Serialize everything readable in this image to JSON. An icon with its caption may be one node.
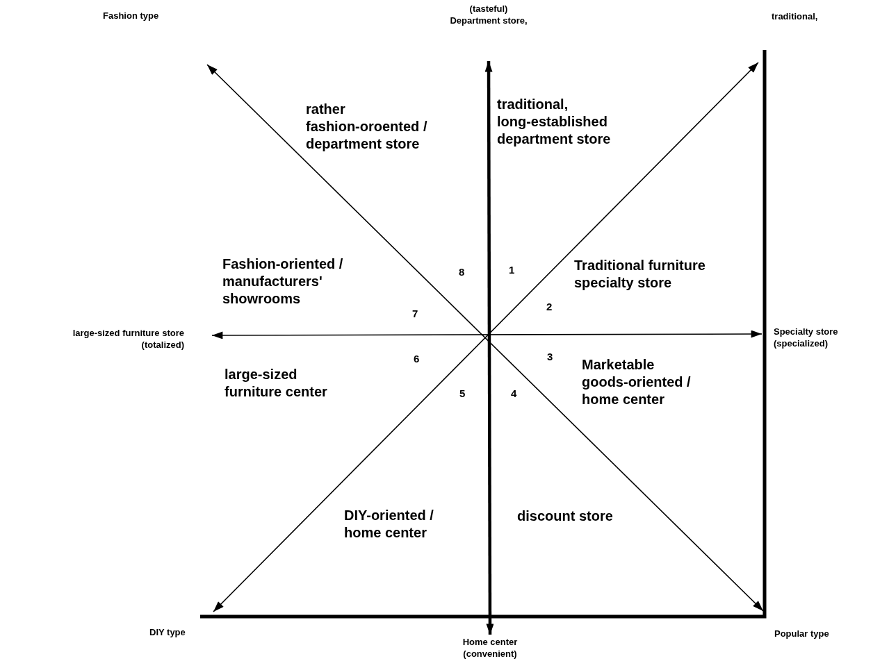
{
  "diagram": {
    "nodes": [
      {
        "text": [
          "Fashion type"
        ]
      },
      {
        "text": [
          "(tasteful)",
          "Department store,"
        ]
      },
      {
        "text": [
          "traditional,"
        ]
      },
      {
        "text": [
          "large-sized furniture store (totalized)"
        ]
      },
      {
        "text": [
          "Specialty store (specialized)"
        ]
      },
      {
        "text": [
          "DIY type"
        ]
      },
      {
        "text": [
          "Home center (convenient)"
        ]
      },
      {
        "text": [
          "Popular type"
        ]
      }
    ],
    "edges": [
      {
        "from": 6,
        "to": 1,
        "arrow": "both",
        "style": "thick"
      },
      {
        "from": 3,
        "to": 4,
        "arrow": "both"
      },
      {
        "from": 0,
        "to": 7,
        "arrow": "both"
      },
      {
        "from": 5,
        "to": 2,
        "arrow": "both"
      }
    ],
    "labels": [
      "rather fashion-oroented / department store",
      "traditional, long-established department store",
      "Fashion-oriented / manufacturers' showrooms",
      "1",
      "8",
      "Traditional furniture specialty store",
      "2",
      "7",
      "3",
      "6",
      "Marketable goods-oriented / home center",
      "large-sized furniture center",
      "5",
      "4",
      "DIY-oriented / home center",
      "discount store"
    ]
  }
}
